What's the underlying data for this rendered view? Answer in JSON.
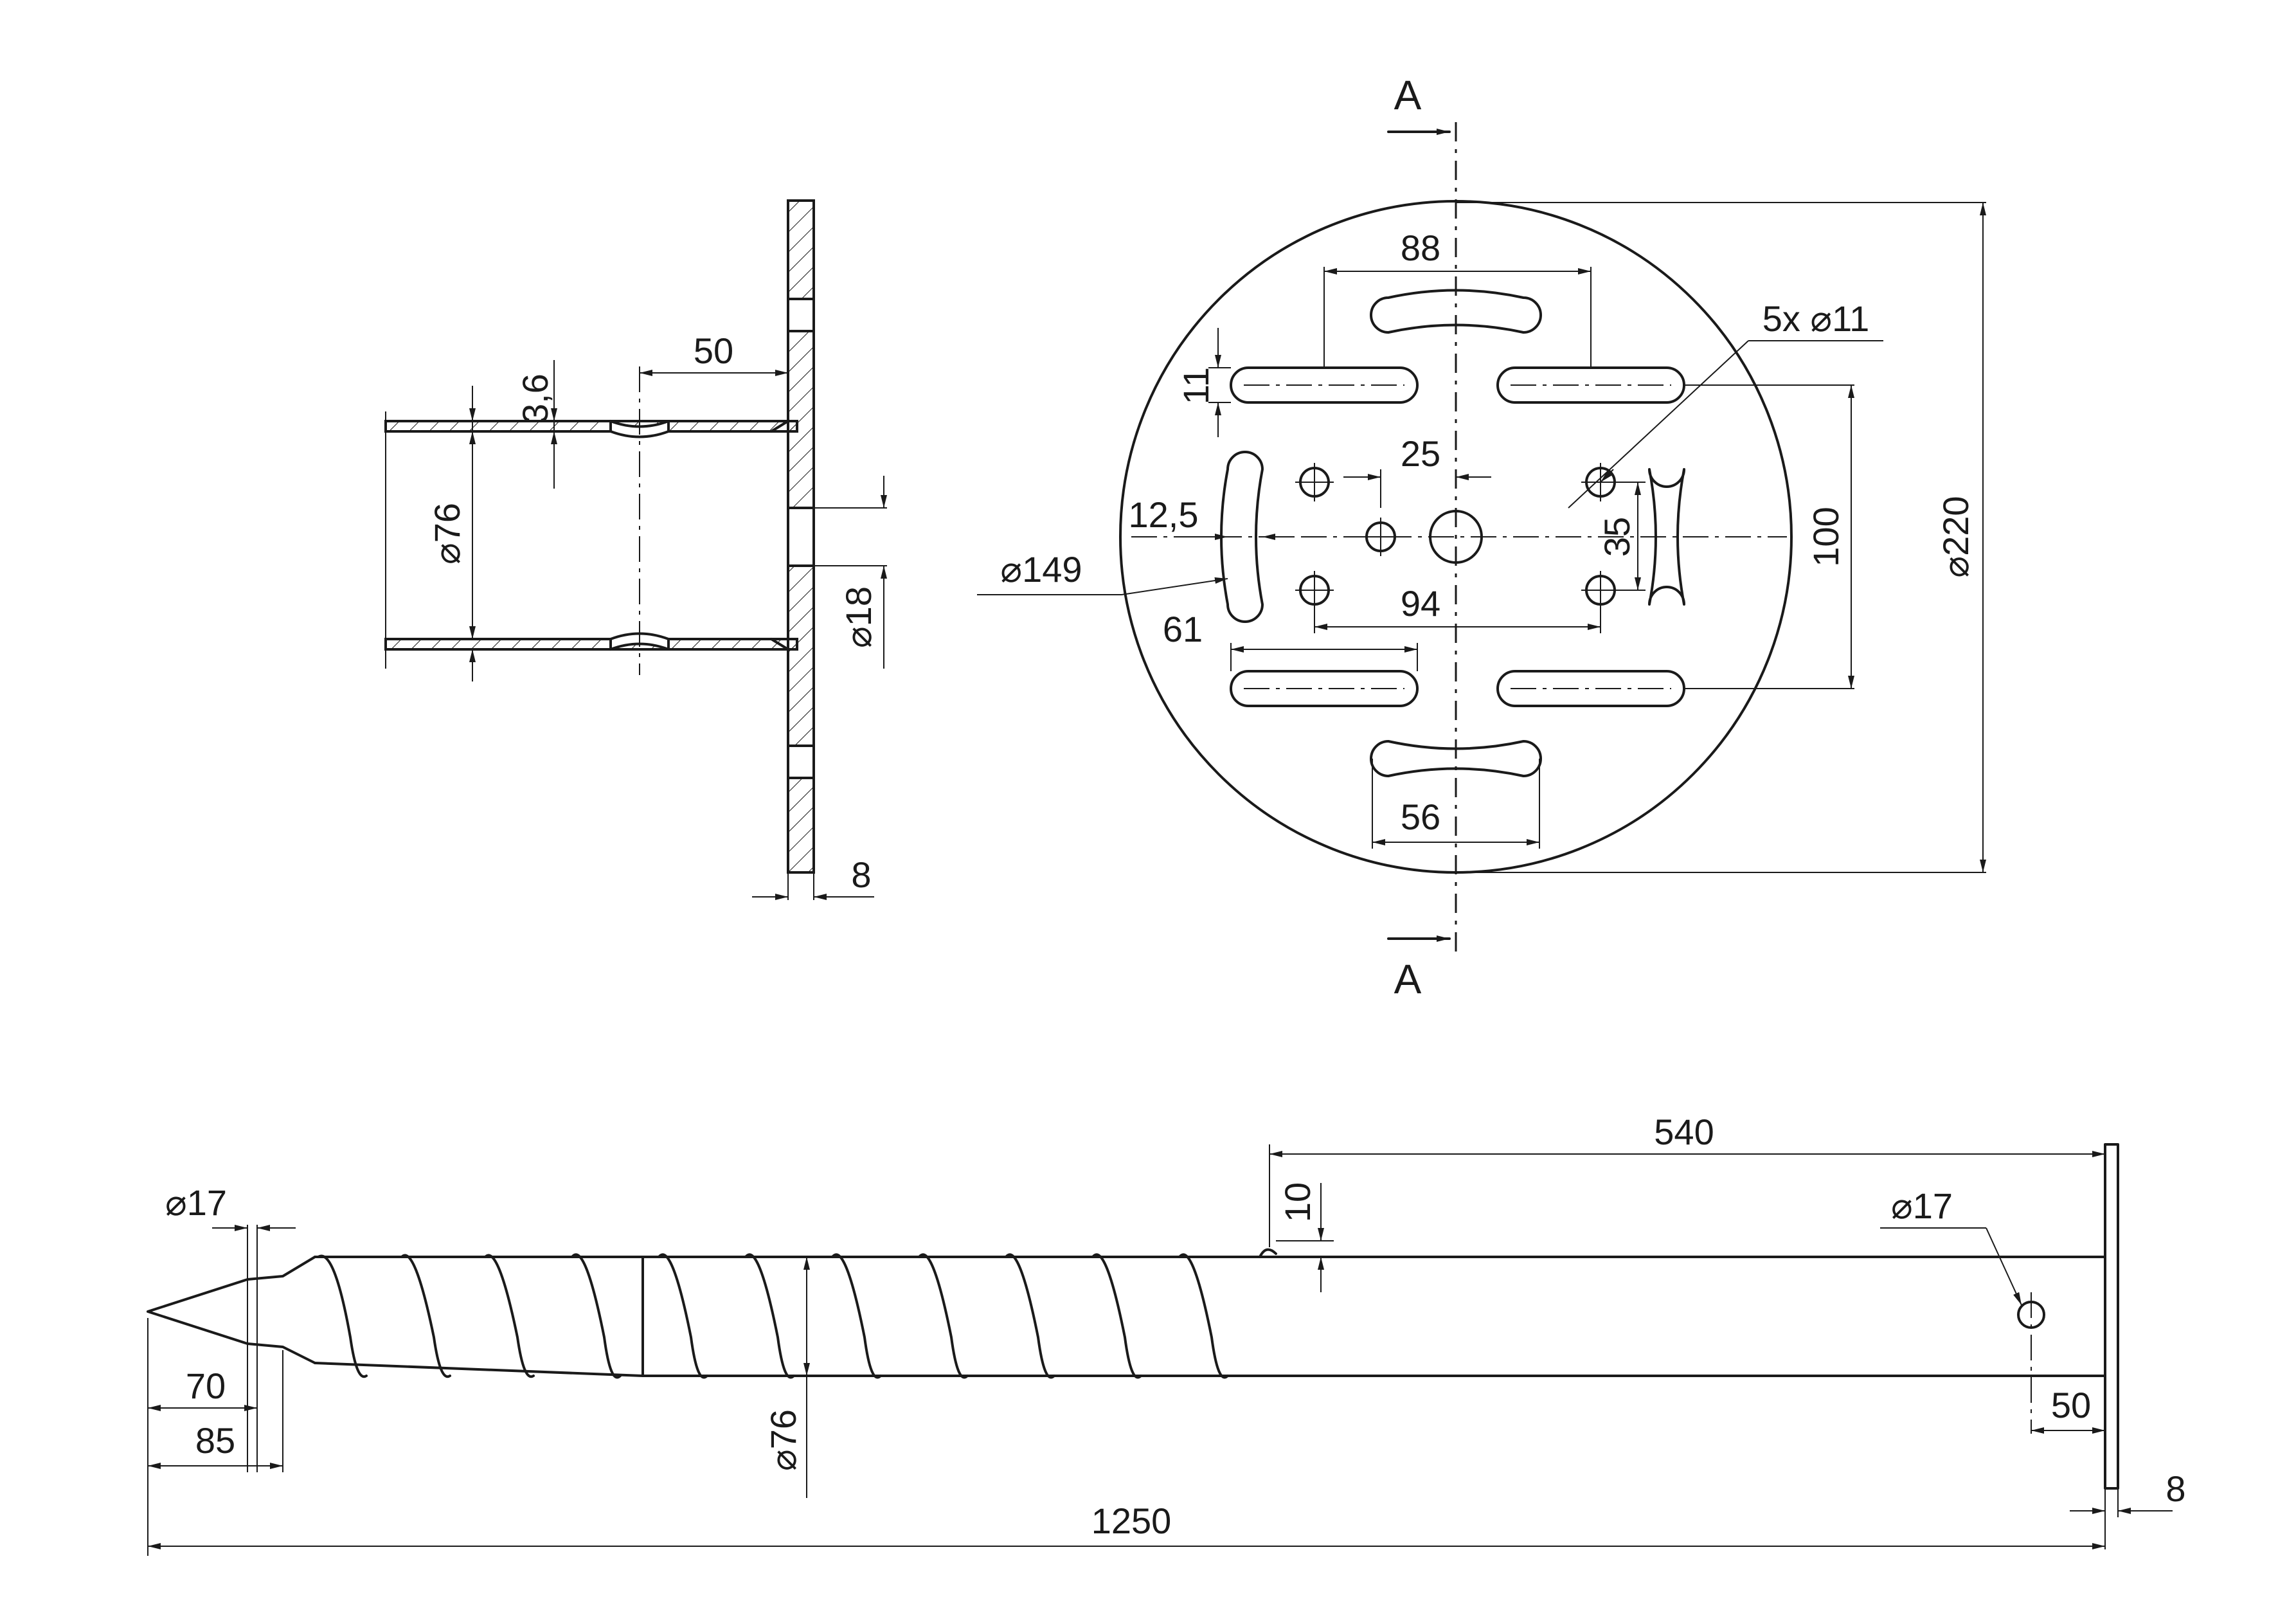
{
  "section_marks": {
    "top": "A",
    "bottom": "A"
  },
  "section_view": {
    "wall_thickness": "3,6",
    "slot_offset": "50",
    "tube_diameter": "⌀76",
    "center_hole_diameter": "⌀18",
    "plate_thickness": "8"
  },
  "plate_view": {
    "outer_diameter": "⌀220",
    "slot_spacing_top": "88",
    "hole_callout": "5x ⌀11",
    "slot_width": "11",
    "hole_offset": "25",
    "slot_radius_width": "12,5",
    "bolt_circle": "⌀149",
    "hole_pitch_vertical": "35",
    "slot_spacing_right": "100",
    "hole_pitch_horizontal": "94",
    "slot_length": "61",
    "arc_slot_chord": "56"
  },
  "screw_view": {
    "tip_diameter": "⌀17",
    "tip_cone_length": "70",
    "tip_length": "85",
    "shaft_diameter": "⌀76",
    "thread_height": "10",
    "thread_free_length": "540",
    "cross_hole_diameter": "⌀17",
    "cross_hole_offset": "50",
    "flange_thickness": "8",
    "overall_length": "1250"
  },
  "colors": {
    "line": "#1a1a1a",
    "background": "#ffffff"
  }
}
